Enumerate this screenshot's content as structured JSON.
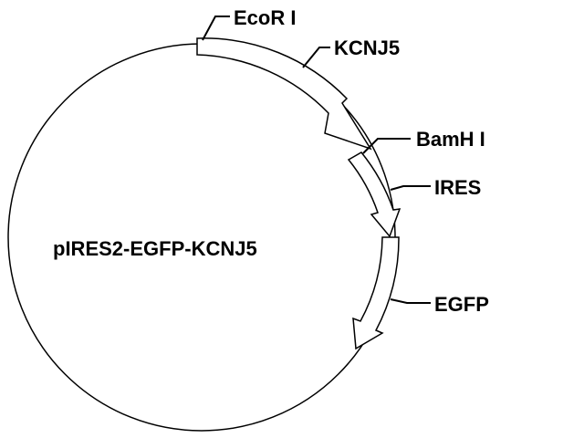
{
  "plasmid": {
    "name": "pIRES2-EGFP-KCNJ5"
  },
  "features": [
    {
      "id": "kcnj5",
      "label": "KCNJ5",
      "kind": "arrow"
    },
    {
      "id": "ires",
      "label": "IRES",
      "kind": "arrow"
    },
    {
      "id": "egfp",
      "label": "EGFP",
      "kind": "arrow"
    }
  ],
  "sites": [
    {
      "id": "ecori",
      "label": "EcoR I"
    },
    {
      "id": "bamhi",
      "label": "BamH I"
    }
  ],
  "colors": {
    "line": "#000000",
    "background": "#ffffff"
  }
}
